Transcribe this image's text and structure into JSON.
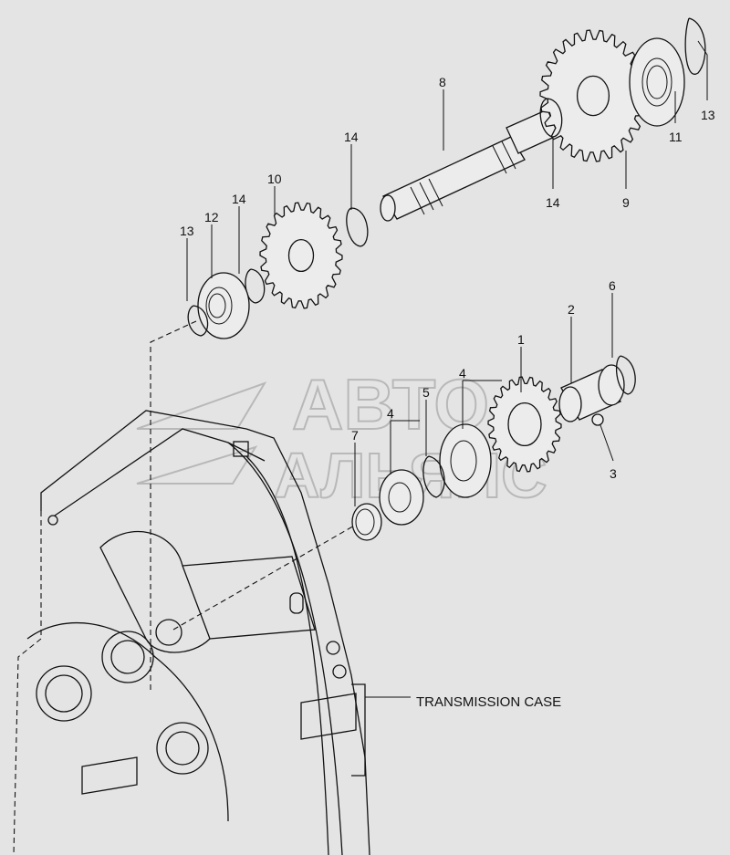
{
  "diagram": {
    "callouts": {
      "c13a": "13",
      "c11": "11",
      "c9": "9",
      "c14a": "14",
      "c8": "8",
      "c14b": "14",
      "c10": "10",
      "c14c": "14",
      "c12": "12",
      "c13b": "13",
      "c1": "1",
      "c2": "2",
      "c6": "6",
      "c3": "3",
      "c5": "5",
      "c4a": "4",
      "c4b": "4",
      "c7": "7"
    },
    "case_label": "TRANSMISSION CASE",
    "watermark": [
      "АВТО",
      "АЛЬЯНС"
    ]
  }
}
